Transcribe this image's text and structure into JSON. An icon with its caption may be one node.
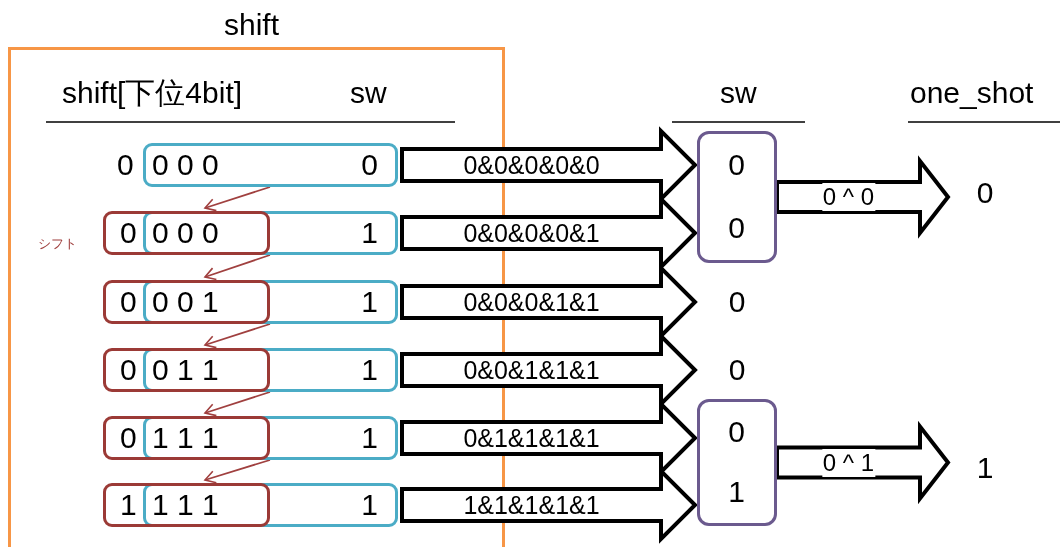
{
  "diagram": {
    "nodes": [
      {
        "text": [
          "shift"
        ]
      },
      {
        "text": [
          "0 0 0",
          "0"
        ],
        "in": 0
      },
      {
        "text": [
          "0",
          "0 0 0"
        ],
        "in": 0
      },
      {
        "text": [
          "1"
        ],
        "in": 0
      },
      {
        "text": [
          "0",
          "0 0 1"
        ],
        "in": 0
      },
      {
        "text": [
          "1"
        ],
        "in": 0
      },
      {
        "text": [
          "0",
          "0 1 1"
        ],
        "in": 0
      },
      {
        "text": [
          "1"
        ],
        "in": 0
      },
      {
        "text": [
          "0",
          "1 1 1"
        ],
        "in": 0
      },
      {
        "text": [
          "1"
        ],
        "in": 0
      },
      {
        "text": [
          "1",
          "1 1 1"
        ],
        "in": 0
      },
      {
        "text": [
          "1"
        ],
        "in": 0
      },
      {
        "text": [
          "0",
          "0"
        ]
      },
      {
        "text": [
          "0"
        ]
      },
      {
        "text": [
          "0"
        ]
      },
      {
        "text": [
          "0",
          "1"
        ]
      },
      {
        "text": [
          "0"
        ]
      },
      {
        "text": [
          "1"
        ]
      }
    ],
    "edges": [
      {
        "from": 1,
        "to": 2,
        "arrow": "to",
        "color": "#a0403f"
      },
      {
        "from": 3,
        "to": 4,
        "arrow": "to",
        "color": "#a0403f"
      },
      {
        "from": 5,
        "to": 6,
        "arrow": "to",
        "color": "#a0403f"
      },
      {
        "from": 7,
        "to": 8,
        "arrow": "to",
        "color": "#a0403f"
      },
      {
        "from": 9,
        "to": 10,
        "arrow": "to",
        "color": "#a0403f"
      },
      {
        "from": 1,
        "to": 12,
        "arrow": "to",
        "label": "0&0&0&0&0",
        "style": "thick"
      },
      {
        "from": 3,
        "to": 12,
        "arrow": "to",
        "label": "0&0&0&0&1",
        "style": "thick"
      },
      {
        "from": 5,
        "to": 13,
        "arrow": "to",
        "label": "0&0&0&1&1",
        "style": "thick"
      },
      {
        "from": 7,
        "to": 14,
        "arrow": "to",
        "label": "0&0&1&1&1",
        "style": "thick"
      },
      {
        "from": 9,
        "to": 15,
        "arrow": "to",
        "label": "0&1&1&1&1",
        "style": "thick"
      },
      {
        "from": 11,
        "to": 15,
        "arrow": "to",
        "label": "1&1&1&1&1",
        "style": "thick"
      },
      {
        "from": 12,
        "to": 16,
        "arrow": "to",
        "label": "0 ^ 0",
        "style": "thick"
      },
      {
        "from": 15,
        "to": 17,
        "arrow": "to",
        "label": "0 ^ 1",
        "style": "thick"
      }
    ],
    "labels": [
      "shift[下位4bit]",
      "sw",
      "sw",
      "one_shot",
      "0",
      "シフト"
    ]
  }
}
